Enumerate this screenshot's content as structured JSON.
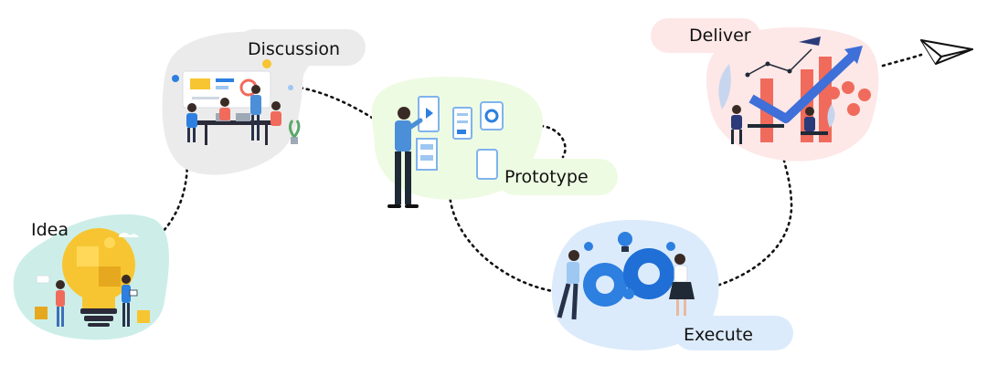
{
  "stages": [
    {
      "id": "idea",
      "label": "Idea",
      "illustration": "puzzle-lightbulb-icon",
      "blob_color": "#cdeee8"
    },
    {
      "id": "discussion",
      "label": "Discussion",
      "illustration": "team-meeting-icon",
      "blob_color": "#ecebeb"
    },
    {
      "id": "prototype",
      "label": "Prototype",
      "illustration": "wireframe-screens-icon",
      "blob_color": "#eefbe3"
    },
    {
      "id": "execute",
      "label": "Execute",
      "illustration": "gears-teamwork-icon",
      "blob_color": "#dcebfb"
    },
    {
      "id": "deliver",
      "label": "Deliver",
      "illustration": "growth-chart-rocket-icon",
      "blob_color": "#fde7e7"
    }
  ],
  "end_icon": "paper-plane-icon",
  "colors": {
    "path": "#111111",
    "accent_blue": "#2d7fe0",
    "accent_red": "#f06b5c",
    "accent_yellow": "#f7c531"
  }
}
